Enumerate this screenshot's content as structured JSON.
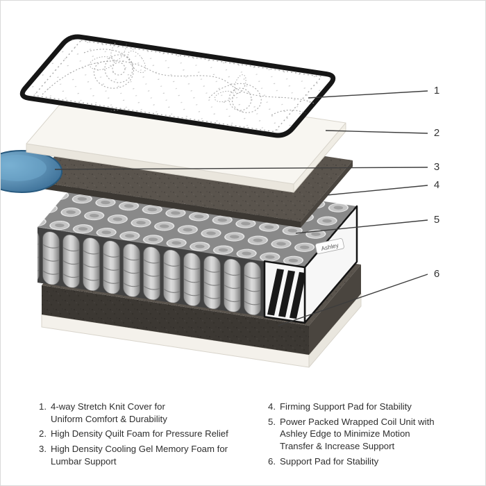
{
  "illustration": {
    "name": "mattress-cross-section-exploded-view",
    "corner_label": "Ashley",
    "colors": {
      "cover_edge": "#161616",
      "foam_white": "#f7f5f0",
      "gel_blue": "#4a86ad",
      "pad_dark": "#57514b",
      "coil_gray": "#9a9a9a",
      "base_white": "#f4f1eb",
      "callout_line": "#3d3d3d"
    }
  },
  "callouts": [
    {
      "number": "1"
    },
    {
      "number": "2"
    },
    {
      "number": "3"
    },
    {
      "number": "4"
    },
    {
      "number": "5"
    },
    {
      "number": "6"
    }
  ],
  "legend": {
    "left": [
      {
        "number": "1.",
        "text": "4-way Stretch Knit Cover for\nUniform Comfort & Durability"
      },
      {
        "number": "2.",
        "text": "High Density Quilt Foam for Pressure Relief"
      },
      {
        "number": "3.",
        "text": "High Density Cooling Gel Memory Foam for\nLumbar Support"
      }
    ],
    "right": [
      {
        "number": "4.",
        "text": "Firming Support Pad for Stability"
      },
      {
        "number": "5.",
        "text": "Power Packed Wrapped Coil Unit with\nAshley Edge to Minimize Motion\nTransfer & Increase Support"
      },
      {
        "number": "6.",
        "text": "Support Pad for Stability"
      }
    ]
  }
}
